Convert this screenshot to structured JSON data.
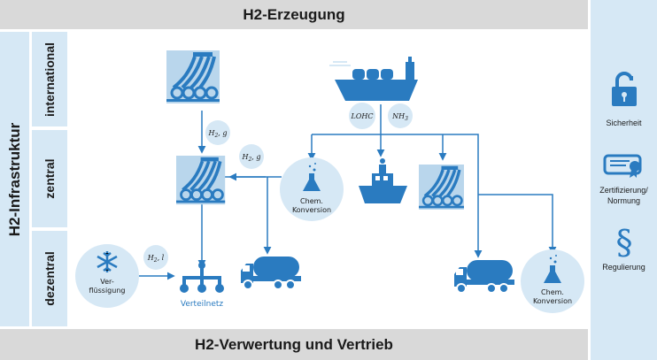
{
  "header": {
    "title": "H2-Erzeugung"
  },
  "footer": {
    "title": "H2-Verwertung und Vertrieb"
  },
  "left": {
    "title": "H2-Infrastruktur"
  },
  "rows": {
    "international": "international",
    "zentral": "zentral",
    "dezentral": "dezentral"
  },
  "side_panel": {
    "items": [
      {
        "label": "Sicherheit",
        "icon": "padlock-icon"
      },
      {
        "label_line1": "Zertifizierung/",
        "label_line2": "Normung",
        "icon": "certificate-icon"
      },
      {
        "label": "Regulierung",
        "icon": "paragraph-icon"
      }
    ]
  },
  "bubbles": {
    "h2g_top": {
      "base": "H",
      "sub": "2",
      "suffix": ", g"
    },
    "h2g_mid": {
      "base": "H",
      "sub": "2",
      "suffix": ", g"
    },
    "h2l": {
      "base": "H",
      "sub": "2",
      "suffix": ", l"
    },
    "lohc": "LOHC",
    "nh3": {
      "base": "NH",
      "sub": "3"
    }
  },
  "nodes": {
    "chem_conversion_1": {
      "line1": "Chem.",
      "line2": "Konversion"
    },
    "chem_conversion_2": {
      "line1": "Chem.",
      "line2": "Konversion"
    },
    "liquefaction": {
      "line1": "Ver-",
      "line2": "flüssigung"
    },
    "distribution": "Verteilnetz"
  },
  "colors": {
    "accent": "#2a7bc0",
    "light": "#d6e8f5",
    "band": "#d9d9d9"
  }
}
